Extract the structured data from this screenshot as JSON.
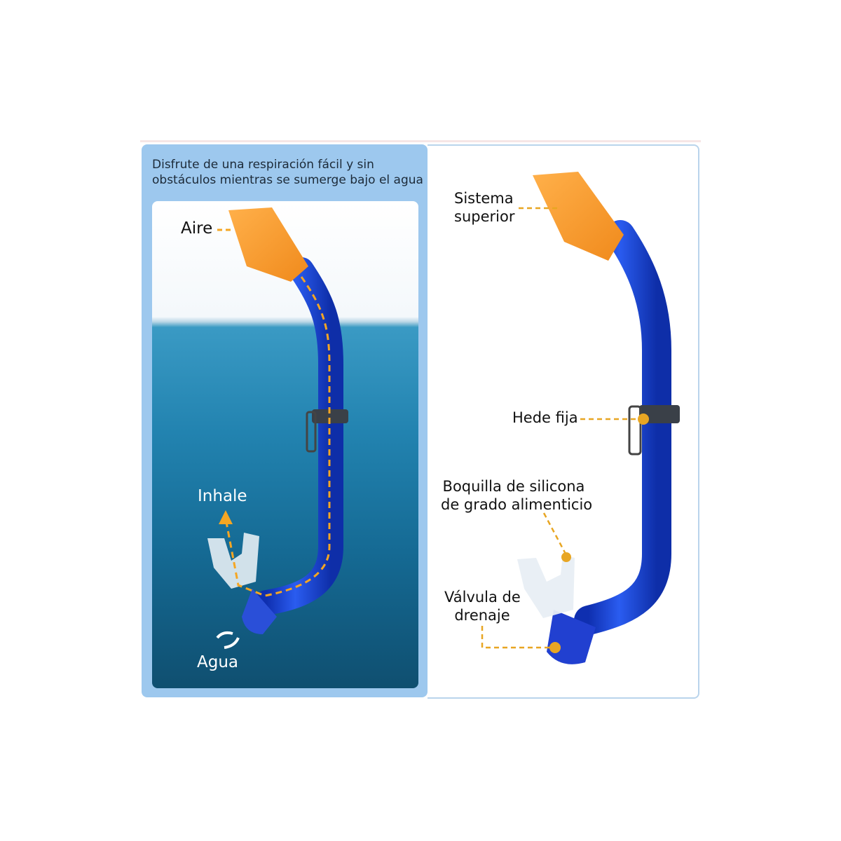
{
  "left_panel": {
    "caption_line1": "Disfrute de una respiración fácil y sin",
    "caption_line2": "obstáculos mientras se sumerge bajo el agua",
    "labels": {
      "air": "Aire",
      "inhale": "Inhale",
      "water": "Agua"
    }
  },
  "right_panel": {
    "labels": {
      "top_system_1": "Sistema",
      "top_system_2": "superior",
      "clip": "Hede fija",
      "mouthpiece_1": "Boquilla de silicona",
      "mouthpiece_2": "de grado alimenticio",
      "valve_1": "Válvula de",
      "valve_2": "drenaje"
    }
  },
  "colors": {
    "tube": "#1a45d6",
    "top_valve": "#f59a2c",
    "accent_line": "#e8a623",
    "panel_blue": "#9dc8ee"
  }
}
